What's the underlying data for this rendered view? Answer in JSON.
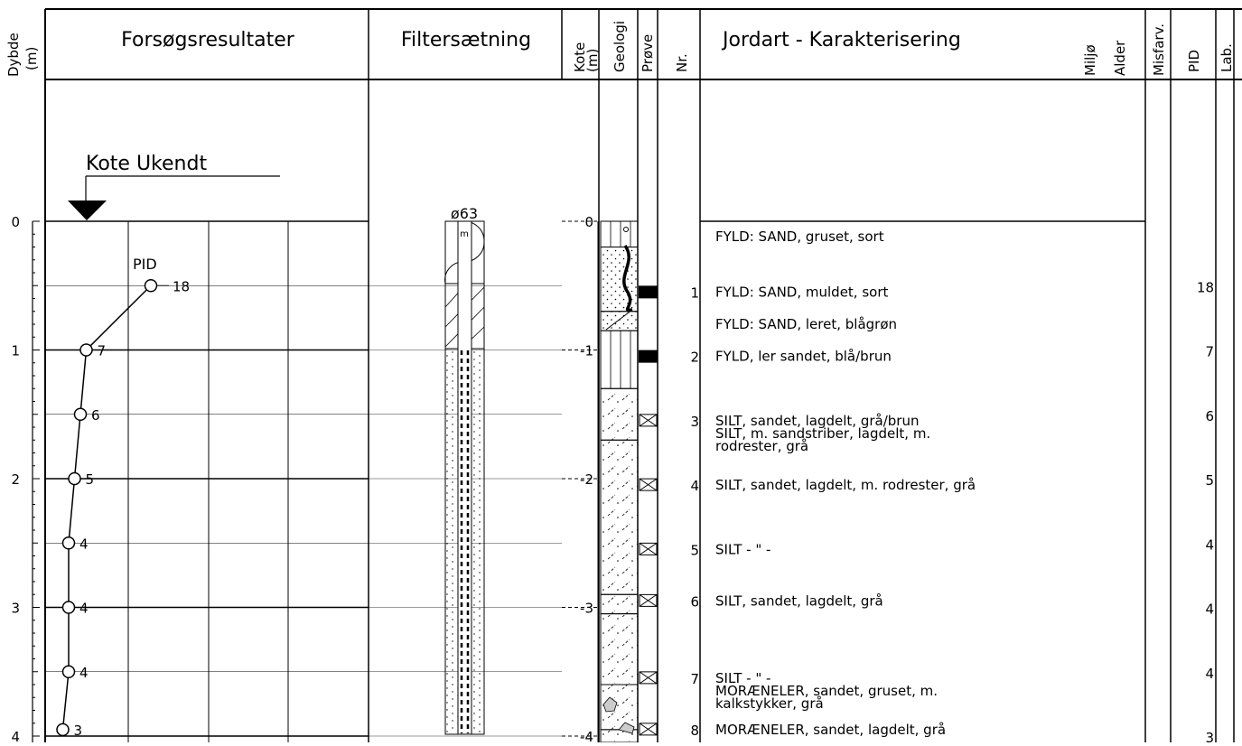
{
  "headers": {
    "dybde": "Dybde",
    "dybde_unit": "(m)",
    "forsog": "Forsøgsresultater",
    "filter": "Filtersætning",
    "kote": "Kote",
    "kote_unit": "(m)",
    "geologi": "Geologi",
    "prove": "Prøve",
    "nr": "Nr.",
    "jordart": "Jordart - Karakterisering",
    "miljo": "Miljø",
    "alder": "Alder",
    "misfarv": "Misfarv.",
    "pid": "PID",
    "lab": "Lab."
  },
  "kote_label": "Kote Ukendt",
  "pid_label": "PID",
  "filter_label": "ø63",
  "depth_ticks": [
    "0",
    "1",
    "2",
    "3",
    "4"
  ],
  "kote_ticks": [
    "0",
    "-1",
    "-2",
    "-3",
    "-4"
  ],
  "pid_chart": {
    "type": "line",
    "title": "PID",
    "x_unit": "PID",
    "y_unit": "Dybde (m)",
    "xlim": [
      0,
      100
    ],
    "ylim": [
      0,
      4
    ],
    "points": [
      {
        "depth": 0.5,
        "pid": 18
      },
      {
        "depth": 1.0,
        "pid": 7
      },
      {
        "depth": 1.5,
        "pid": 6
      },
      {
        "depth": 2.0,
        "pid": 5
      },
      {
        "depth": 2.5,
        "pid": 4
      },
      {
        "depth": 3.0,
        "pid": 4
      },
      {
        "depth": 3.5,
        "pid": 4
      },
      {
        "depth": 3.95,
        "pid": 3
      }
    ],
    "labels": [
      "18",
      "7",
      "6",
      "5",
      "4",
      "4",
      "4",
      "3"
    ]
  },
  "samples": [
    {
      "nr": "1",
      "depth": 0.55
    },
    {
      "nr": "2",
      "depth": 1.05
    },
    {
      "nr": "3",
      "depth": 1.55
    },
    {
      "nr": "4",
      "depth": 2.05
    },
    {
      "nr": "5",
      "depth": 2.55
    },
    {
      "nr": "6",
      "depth": 2.95
    },
    {
      "nr": "7",
      "depth": 3.55
    },
    {
      "nr": "8",
      "depth": 3.95
    }
  ],
  "descriptions": [
    {
      "depth": 0.12,
      "lines": [
        "FYLD: SAND, gruset, sort"
      ]
    },
    {
      "depth": 0.55,
      "lines": [
        "FYLD: SAND, muldet, sort"
      ]
    },
    {
      "depth": 0.8,
      "lines": [
        "FYLD: SAND, leret, blågrøn"
      ]
    },
    {
      "depth": 1.05,
      "lines": [
        "FYLD, ler sandet, blå/brun"
      ]
    },
    {
      "depth": 1.55,
      "lines": [
        "SILT, sandet, lagdelt, grå/brun",
        "SILT, m. sandstriber, lagdelt, m.",
        "rodrester, grå"
      ]
    },
    {
      "depth": 2.05,
      "lines": [
        "SILT, sandet, lagdelt, m. rodrester, grå"
      ]
    },
    {
      "depth": 2.55,
      "lines": [
        "SILT        - \" -"
      ]
    },
    {
      "depth": 2.95,
      "lines": [
        "SILT, sandet, lagdelt, grå"
      ]
    },
    {
      "depth": 3.55,
      "lines": [
        "SILT        - \" -",
        "MORÆNELER, sandet, gruset, m.",
        "kalkstykker, grå"
      ]
    },
    {
      "depth": 3.95,
      "lines": [
        "MORÆNELER, sandet, lagdelt, grå"
      ]
    }
  ],
  "pid_values": [
    {
      "depth": 0.55,
      "value": "18"
    },
    {
      "depth": 1.05,
      "value": "7"
    },
    {
      "depth": 1.55,
      "value": "6"
    },
    {
      "depth": 2.05,
      "value": "5"
    },
    {
      "depth": 2.55,
      "value": "4"
    },
    {
      "depth": 3.05,
      "value": "4"
    },
    {
      "depth": 3.55,
      "value": "4"
    },
    {
      "depth": 4.05,
      "value": "3"
    }
  ]
}
